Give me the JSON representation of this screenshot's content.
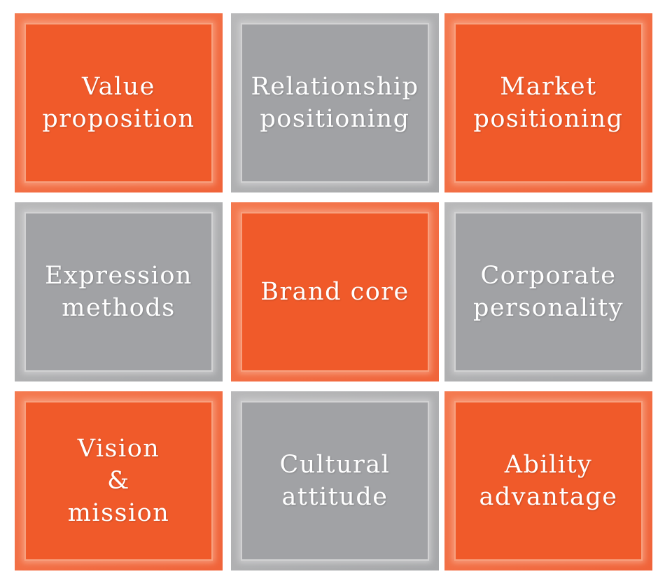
{
  "tiles": [
    {
      "label": "Value\nproposition",
      "color": "#f05a2a"
    },
    {
      "label": "Relationship\npositioning",
      "color": "#a1a2a5"
    },
    {
      "label": "Market\npositioning",
      "color": "#f05a2a"
    },
    {
      "label": "Expression\nmethods",
      "color": "#a1a2a5"
    },
    {
      "label": "Brand core",
      "color": "#f05a2a"
    },
    {
      "label": "Corporate\npersonality",
      "color": "#a1a2a5"
    },
    {
      "label": "Vision\n&\nmission",
      "color": "#f05a2a"
    },
    {
      "label": "Cultural\nattitude",
      "color": "#a1a2a5"
    },
    {
      "label": "Ability\nadvantage",
      "color": "#f05a2a"
    }
  ]
}
